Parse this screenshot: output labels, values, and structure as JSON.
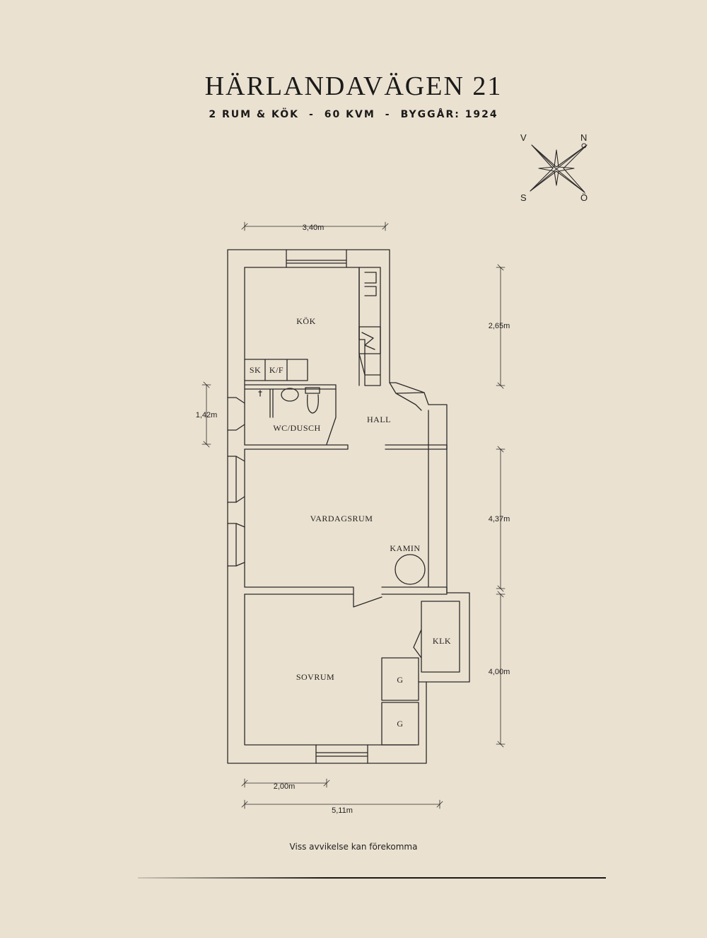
{
  "header": {
    "title": "HÄRLANDAVÄGEN 21",
    "sub_rooms": "2 RUM & KÖK",
    "sub_area": "60 KVM",
    "sub_year": "BYGGÅR: 1924",
    "separator": "-"
  },
  "compass": {
    "north": "N",
    "west": "V",
    "south": "S",
    "east": "Ö"
  },
  "rooms": {
    "kok": "KÖK",
    "sk": "SK",
    "kf": "K/F",
    "wc": "WC/DUSCH",
    "hall": "HALL",
    "vardagsrum": "VARDAGSRUM",
    "kamin": "KAMIN",
    "sovrum": "SOVRUM",
    "klk": "KLK",
    "g1": "G",
    "g2": "G"
  },
  "dimensions": {
    "top_width": "3,40m",
    "kok_height": "2,65m",
    "wc_height": "1,42m",
    "vardagsrum_height": "4,37m",
    "sovrum_height": "4,00m",
    "bottom_partial": "2,00m",
    "bottom_total": "5,11m"
  },
  "footer": {
    "disclaimer": "Viss avvikelse kan förekomma"
  }
}
